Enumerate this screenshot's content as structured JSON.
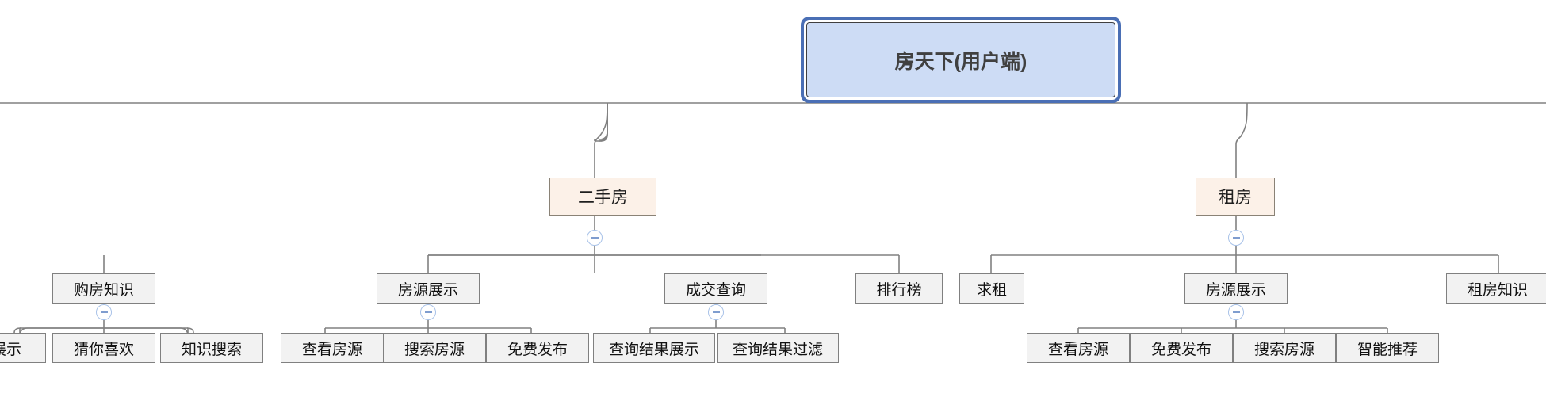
{
  "diagram": {
    "type": "mindmap-tree",
    "title": "房天下(用户端)",
    "orientation": "top-down",
    "colors": {
      "root_fill": "#cddcf5",
      "root_selection_ring": "#4a6fb5",
      "level2_fill": "#fcf1e8",
      "level2_border": "#8a8276",
      "leaf_fill": "#f2f2f2",
      "leaf_border": "#808080",
      "edge": "#808080",
      "toggle_border": "#a8c2e8",
      "background": "#ffffff"
    }
  },
  "nodes": {
    "root": {
      "label": "房天下(用户端)",
      "level": 1,
      "selected": true
    },
    "level2": [
      {
        "id": "ershoufang",
        "label": "二手房",
        "collapsible": true,
        "toggle": "collapse"
      },
      {
        "id": "zufang",
        "label": "租房",
        "collapsible": true,
        "toggle": "collapse"
      }
    ],
    "level3": [
      {
        "id": "goufangzhishi",
        "label": "购房知识",
        "parent": "hidden-left",
        "collapsible": true,
        "toggle": "collapse"
      },
      {
        "id": "fangyuanzhanshi-1",
        "label": "房源展示",
        "parent": "ershoufang",
        "collapsible": true,
        "toggle": "collapse"
      },
      {
        "id": "chengjiaochaxun",
        "label": "成交查询",
        "parent": "ershoufang",
        "collapsible": true,
        "toggle": "collapse"
      },
      {
        "id": "paihangbang",
        "label": "排行榜",
        "parent": "ershoufang",
        "collapsible": false
      },
      {
        "id": "qiuzu",
        "label": "求租",
        "parent": "zufang",
        "collapsible": false
      },
      {
        "id": "fangyuanzhanshi-2",
        "label": "房源展示",
        "parent": "zufang",
        "collapsible": true,
        "toggle": "collapse"
      },
      {
        "id": "zufangzhishi",
        "label": "租房知识",
        "parent": "zufang",
        "collapsible": false
      }
    ],
    "level4": [
      {
        "id": "zhanshi",
        "label": "展示",
        "parent": "hidden-left",
        "clipped": true
      },
      {
        "id": "cainixihuan",
        "label": "猜你喜欢",
        "parent": "goufangzhishi"
      },
      {
        "id": "zhishisousuo",
        "label": "知识搜索",
        "parent": "goufangzhishi"
      },
      {
        "id": "chakanfangyuan-1",
        "label": "查看房源",
        "parent": "fangyuanzhanshi-1"
      },
      {
        "id": "sousuofangyuan-1",
        "label": "搜索房源",
        "parent": "fangyuanzhanshi-1"
      },
      {
        "id": "mianfeifabu-1",
        "label": "免费发布",
        "parent": "fangyuanzhanshi-1"
      },
      {
        "id": "chaxunjieguozhanshi",
        "label": "查询结果展示",
        "parent": "chengjiaochaxun"
      },
      {
        "id": "chaxunjieguoguolv",
        "label": "查询结果过滤",
        "parent": "chengjiaochaxun"
      },
      {
        "id": "chakanfangyuan-2",
        "label": "查看房源",
        "parent": "fangyuanzhanshi-2"
      },
      {
        "id": "mianfeifabu-2",
        "label": "免费发布",
        "parent": "fangyuanzhanshi-2"
      },
      {
        "id": "sousuofangyuan-2",
        "label": "搜索房源",
        "parent": "fangyuanzhanshi-2"
      },
      {
        "id": "zhinengtuijian",
        "label": "智能推荐",
        "parent": "fangyuanzhanshi-2"
      }
    ]
  }
}
